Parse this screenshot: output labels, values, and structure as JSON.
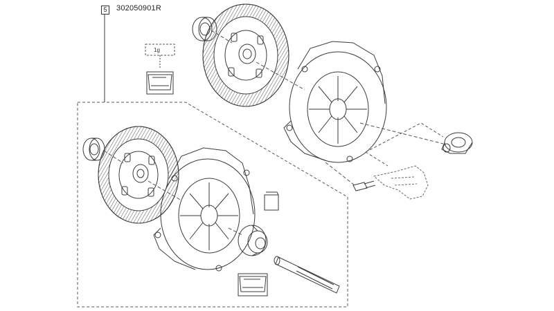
{
  "diagram": {
    "callout_number": "5",
    "part_number": "302050901R",
    "grease_qty_label": "1g"
  },
  "colors": {
    "line": "#3a3a3a",
    "dash": "#555555",
    "background": "#ffffff"
  }
}
